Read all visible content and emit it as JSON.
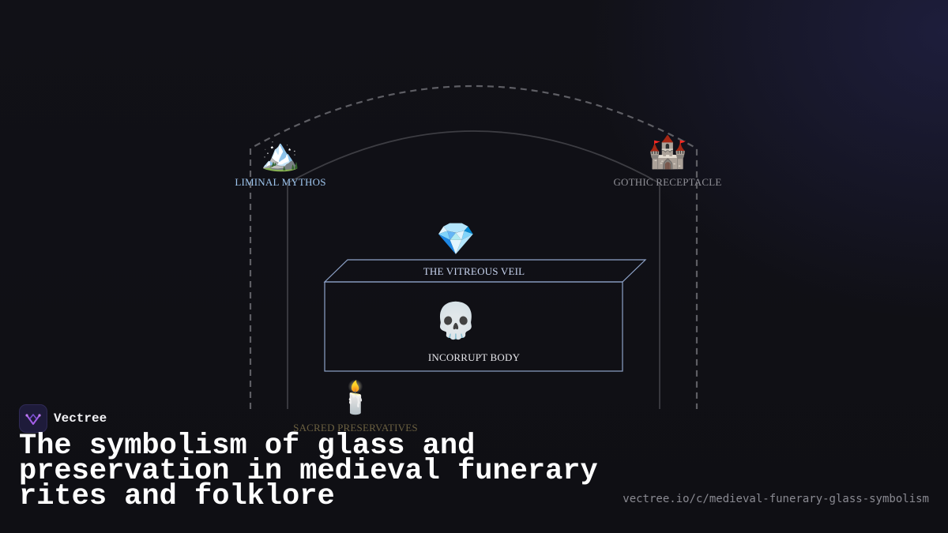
{
  "brand": {
    "name": "Vectree"
  },
  "title": "The symbolism of glass and preservation in medieval funerary rites and folklore",
  "url": "vectree.io/c/medieval-funerary-glass-symbolism",
  "nodes": {
    "liminal": {
      "icon": "🏔️",
      "icon_name": "snow-capped-mountain-icon",
      "label": "LIMINAL MYTHOS",
      "color": "#9ec5ee"
    },
    "gothic": {
      "icon": "🏰",
      "icon_name": "castle-icon",
      "label": "GOTHIC RECEPTACLE",
      "color": "#8f8f96"
    },
    "veil": {
      "icon": "💎",
      "icon_name": "gem-icon",
      "label": "THE VITREOUS VEIL",
      "color": "#c8d4f0"
    },
    "body": {
      "icon": "💀",
      "icon_name": "skull-icon",
      "label": "INCORRUPT BODY",
      "color": "#e8e8ec"
    },
    "sacred": {
      "icon": "🕯️",
      "icon_name": "candle-icon",
      "label": "SACRED PRESERVATIVES",
      "color": "#6b6040"
    }
  },
  "colors": {
    "box_stroke": "#8ea3c9",
    "arch_outer": "#5a5a60",
    "arch_inner": "#3f3f45"
  }
}
